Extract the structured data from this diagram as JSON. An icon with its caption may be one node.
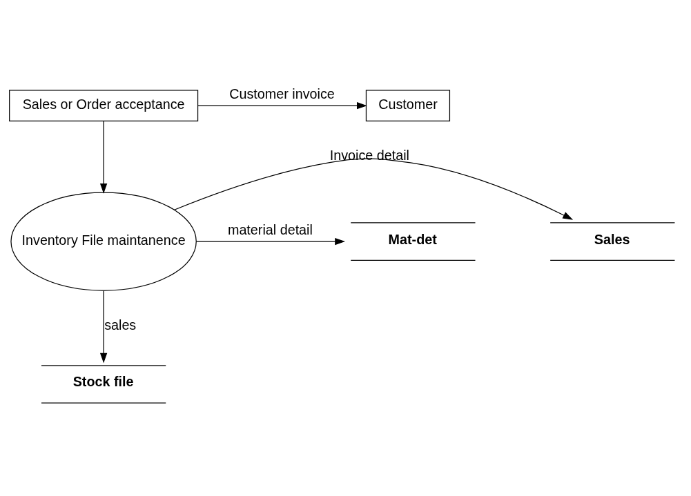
{
  "diagram": {
    "nodes": [
      {
        "text": [
          "Sales or Order acceptance"
        ]
      },
      {
        "text": [
          "Customer"
        ]
      },
      {
        "text": [
          "Inventory File maintanence"
        ]
      },
      {
        "text": [
          "Sales"
        ]
      },
      {
        "text": [
          "Mat-det"
        ]
      },
      {
        "text": [
          "Stock file"
        ]
      }
    ],
    "edges": [
      {
        "from": 0,
        "to": 1,
        "arrow": "to",
        "label": "Customer invoice"
      },
      {
        "from": 0,
        "to": 2,
        "arrow": "to"
      },
      {
        "from": 2,
        "to": 3,
        "arrow": "to",
        "label": "Invoice detail"
      },
      {
        "from": 2,
        "to": 4,
        "arrow": "to",
        "label": "material detail"
      },
      {
        "from": 2,
        "to": 5,
        "arrow": "to",
        "label": "sales"
      }
    ]
  }
}
